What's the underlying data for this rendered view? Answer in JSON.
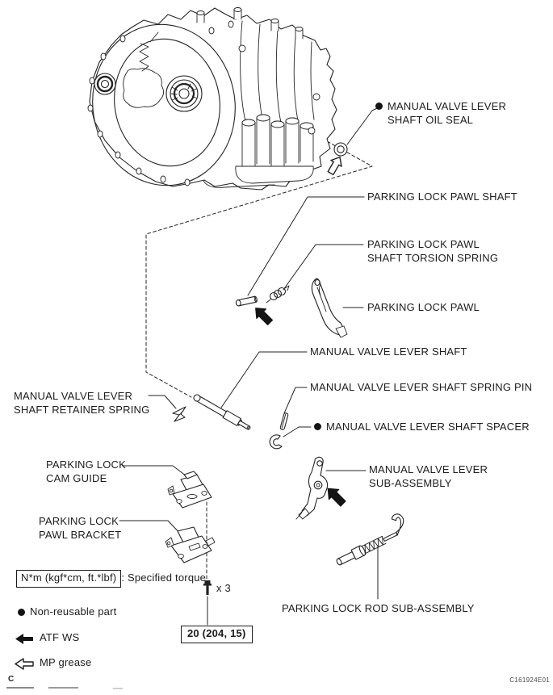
{
  "colors": {
    "ink": "#232323",
    "paper": "#ffffff"
  },
  "callouts": {
    "oil_seal": {
      "line1": "MANUAL VALVE LEVER",
      "line2": "SHAFT OIL SEAL"
    },
    "pawl_shaft": {
      "line1": "PARKING LOCK PAWL SHAFT"
    },
    "torsion_spring": {
      "line1": "PARKING LOCK PAWL",
      "line2": "SHAFT TORSION SPRING"
    },
    "pawl": {
      "line1": "PARKING LOCK PAWL"
    },
    "lever_shaft": {
      "line1": "MANUAL VALVE LEVER SHAFT"
    },
    "spring_pin": {
      "line1": "MANUAL VALVE LEVER SHAFT SPRING PIN"
    },
    "spacer": {
      "line1": "MANUAL VALVE LEVER SHAFT SPACER"
    },
    "retainer_spring": {
      "line1": "MANUAL VALVE LEVER",
      "line2": "SHAFT RETAINER SPRING"
    },
    "cam_guide": {
      "line1": "PARKING LOCK",
      "line2": "CAM GUIDE"
    },
    "lever_sub_assembly": {
      "line1": "MANUAL VALVE LEVER",
      "line2": "SUB-ASSEMBLY"
    },
    "pawl_bracket": {
      "line1": "PARKING LOCK",
      "line2": "PAWL BRACKET"
    },
    "rod_sub_assembly": {
      "line1": "PARKING LOCK ROD SUB-ASSEMBLY"
    }
  },
  "legend": {
    "torque_unit": "N*m (kgf*cm, ft.*lbf)",
    "torque_desc": ": Specified torque",
    "non_reusable": "Non-reusable part",
    "atf": "ATF WS",
    "mp_grease": "MP grease"
  },
  "torque_callout": {
    "value": "20 (204, 15)",
    "count": "x 3"
  },
  "footer": {
    "figure_code": "C161924E01",
    "corner_mark": "C"
  }
}
